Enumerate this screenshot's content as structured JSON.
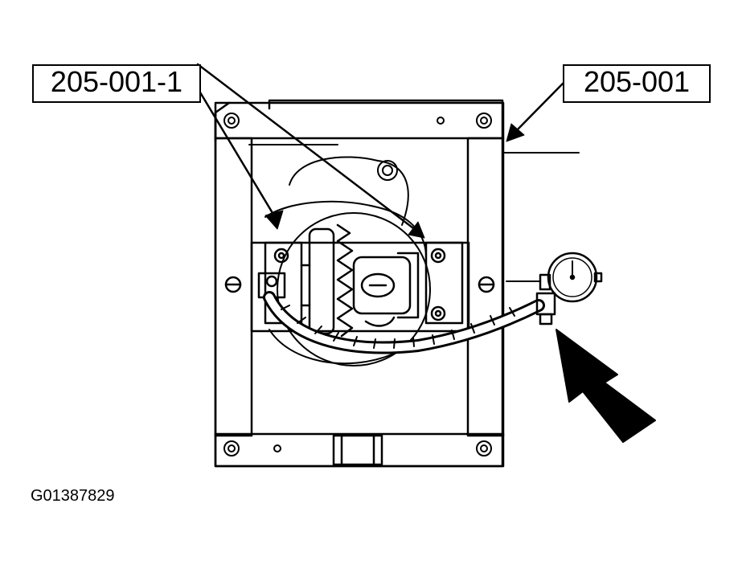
{
  "callouts": {
    "left": "205-001-1",
    "right": "205-001"
  },
  "figure_id": "G01387829",
  "icons": [
    "dial-indicator-icon",
    "direction-arrow-icon",
    "differential-gear-icon"
  ]
}
